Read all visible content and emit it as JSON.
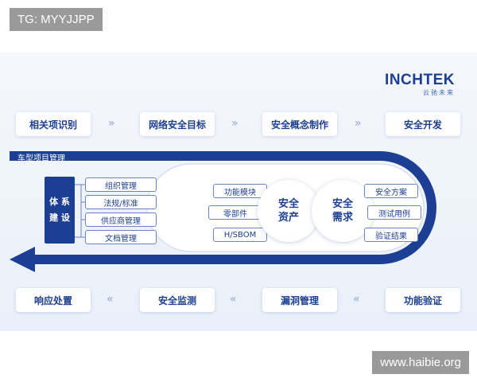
{
  "watermark": {
    "top_left": "TG: MYYJJPP",
    "bottom_right": "www.haibie.org"
  },
  "logo": {
    "brand": "INCHTEK",
    "subtitle": "云驰未来"
  },
  "top_steps": [
    "相关项识别",
    "网络安全目标",
    "安全概念制作",
    "安全开发"
  ],
  "bottom_steps": [
    "响应处置",
    "安全监测",
    "漏洞管理",
    "功能验证"
  ],
  "arrow_glyph": "»",
  "arrow_glyph_left": "«",
  "project_bar_label": "车型项目管理",
  "system_build": {
    "line1": "体 系",
    "line2": "建 设"
  },
  "management_items": [
    "组织管理",
    "法规/标准",
    "供应商管理",
    "文档管理"
  ],
  "asset_items": [
    "功能模块",
    "零部件",
    "H/SBOM"
  ],
  "circle_assets": {
    "line1": "安全",
    "line2": "资产"
  },
  "circle_requirements": {
    "line1": "安全",
    "line2": "需求"
  },
  "requirement_items": [
    "安全方案",
    "测试用例",
    "验证结果"
  ],
  "colors": {
    "primary": "#1c3f93",
    "arrow": "#8ea8d8",
    "panel": "#eef2fa"
  }
}
